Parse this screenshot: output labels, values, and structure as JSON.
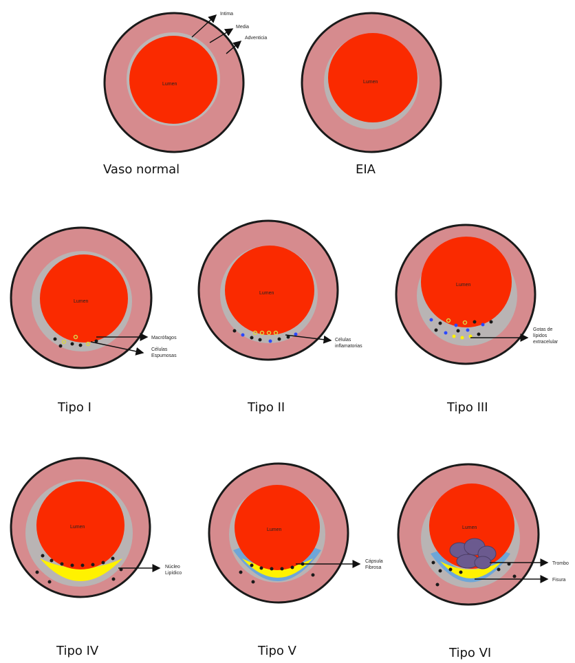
{
  "colors": {
    "adventitia": "#d68b8e",
    "media": "#b9b4b4",
    "lumen": "#fa2a00",
    "outline": "#1a1a1a",
    "lipid": "#fff200",
    "fibrous_cap": "#6ea6d8",
    "thrombus": "#6b5a8f",
    "inflammatory": "#2a48ff",
    "foam_cell": "#d8d44a"
  },
  "diagram": {
    "lumen_label": "Lumen",
    "normal": {
      "caption": "Vaso normal",
      "labels": {
        "intima": "Intima",
        "media": "Media",
        "adventicia": "Adventicia"
      }
    },
    "eia": {
      "caption": "EIA"
    },
    "tipo1": {
      "caption": "Tipo I",
      "macrofagos": "Macrófagos",
      "celulas_line1": "Células",
      "celulas_line2": "Espumosas"
    },
    "tipo2": {
      "caption": "Tipo II",
      "line1": "Células",
      "line2": "inflamatorias"
    },
    "tipo3": {
      "caption": "Tipo III",
      "line1": "Gotas de",
      "line2": "lípidos",
      "line3": "extracelular"
    },
    "tipo4": {
      "caption": "Tipo IV",
      "line1": "Núcleo",
      "line2": "Lipídico"
    },
    "tipo5": {
      "caption": "Tipo V",
      "line1": "Cápsula",
      "line2": "Fibrosa"
    },
    "tipo6": {
      "caption": "Tipo VI",
      "trombo": "Trombo",
      "fisura": "Fisura"
    }
  }
}
